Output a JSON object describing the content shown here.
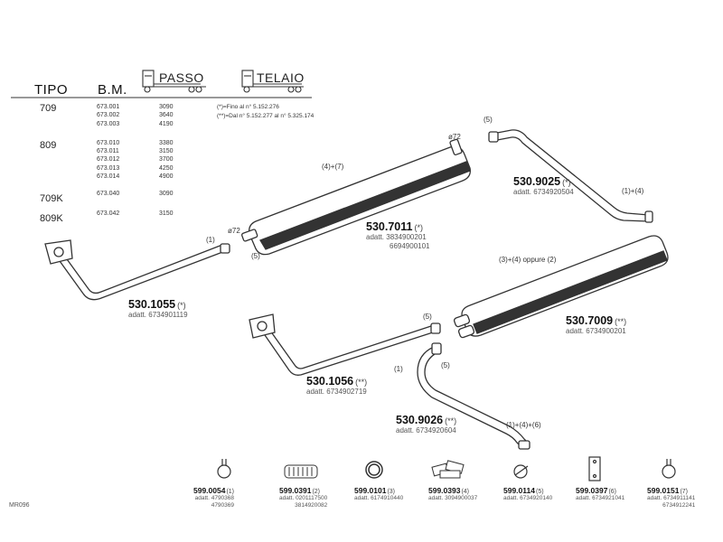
{
  "table": {
    "headers": {
      "tipo": "TIPO",
      "bm": "B.M.",
      "passo": "PASSO",
      "telaio": "TELAIO"
    },
    "tipo_labels": [
      "709",
      "809",
      "709K",
      "809K"
    ],
    "rows_bm": [
      "673.001",
      "673.002",
      "673.003",
      "673.010",
      "673.011",
      "673.012",
      "673.013",
      "673.014",
      "673.040",
      "673.042"
    ],
    "rows_passo": [
      "3090",
      "3640",
      "4190",
      "3380",
      "3150",
      "3700",
      "4250",
      "4900",
      "3090",
      "3150"
    ],
    "notes": [
      "(*)=Fino al  n° 5.152.276",
      "(**)=Dal  n° 5.152.277  al  n° 5.325.174"
    ]
  },
  "parts": [
    {
      "code": "530.1055",
      "suffix": "(*)",
      "adatt": [
        "adatt. 6734901119"
      ]
    },
    {
      "code": "530.7011",
      "suffix": "(*)",
      "adatt": [
        "adatt. 3834900201",
        "6694900101"
      ]
    },
    {
      "code": "530.9025",
      "suffix": "(*)",
      "adatt": [
        "adatt. 6734920504"
      ]
    },
    {
      "code": "530.1056",
      "suffix": "(**)",
      "adatt": [
        "adatt. 6734902719"
      ]
    },
    {
      "code": "530.7009",
      "suffix": "(**)",
      "adatt": [
        "adatt. 6734900201"
      ]
    },
    {
      "code": "530.9026",
      "suffix": "(**)",
      "adatt": [
        "adatt. 6734920604"
      ]
    }
  ],
  "refs": {
    "r1055_1": "(1)",
    "r7011_top": "(4)+(7)",
    "r7011_dia_top": "ø72",
    "r7011_dia_left": "ø72",
    "r7011_5": "(5)",
    "r9025_5": "(5)",
    "r9025_14": "(1)+(4)",
    "r7009": "(3)+(4) oppure (2)",
    "r1056_5": "(5)",
    "r9026_1": "(1)",
    "r9026_5": "(5)",
    "r9026_146": "(1)+(4)+(6)"
  },
  "accessories": [
    {
      "code": "599.0054",
      "num": "(1)",
      "adatt": [
        "adatt. 4790368",
        "4790369"
      ]
    },
    {
      "code": "599.0391",
      "num": "(2)",
      "adatt": [
        "adatt. 0201117500",
        "3814920082"
      ]
    },
    {
      "code": "599.0101",
      "num": "(3)",
      "adatt": [
        "adatt. 6174910440"
      ]
    },
    {
      "code": "599.0393",
      "num": "(4)",
      "adatt": [
        "adatt. 3094900037"
      ]
    },
    {
      "code": "599.0114",
      "num": "(5)",
      "adatt": [
        "adatt. 6734920140"
      ]
    },
    {
      "code": "599.0397",
      "num": "(6)",
      "adatt": [
        "adatt. 6734921041"
      ]
    },
    {
      "code": "599.0151",
      "num": "(7)",
      "adatt": [
        "adatt. 6734911141",
        "6734912241"
      ]
    }
  ],
  "footer_code": "MR096",
  "colors": {
    "line": "#333333",
    "pipe_fill": "#ffffff",
    "muffler_stripe": "#333333"
  }
}
